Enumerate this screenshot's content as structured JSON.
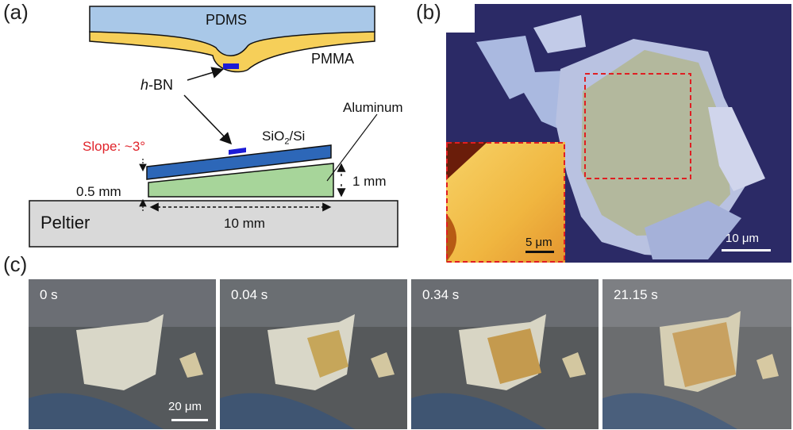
{
  "panels": {
    "a": "(a)",
    "b": "(b)",
    "c": "(c)"
  },
  "panel_a": {
    "pdms": "PDMS",
    "pmma": "PMMA",
    "hbn_italic": "h",
    "hbn_rest": "-BN",
    "substrate_main": "SiO",
    "substrate_sub": "2",
    "substrate_tail": "/Si",
    "aluminum": "Aluminum",
    "slope": "Slope: ~3°",
    "height_small": "0.5 mm",
    "height_large": "1 mm",
    "length": "10 mm",
    "peltier": "Peltier"
  },
  "panel_b": {
    "scale_main": "10 μm",
    "inset_scale": "5 μm"
  },
  "panel_c": {
    "frames": [
      {
        "time": "0 s"
      },
      {
        "time": "0.04 s"
      },
      {
        "time": "0.34 s"
      },
      {
        "time": "21.15 s"
      }
    ],
    "scale": "20 μm"
  }
}
